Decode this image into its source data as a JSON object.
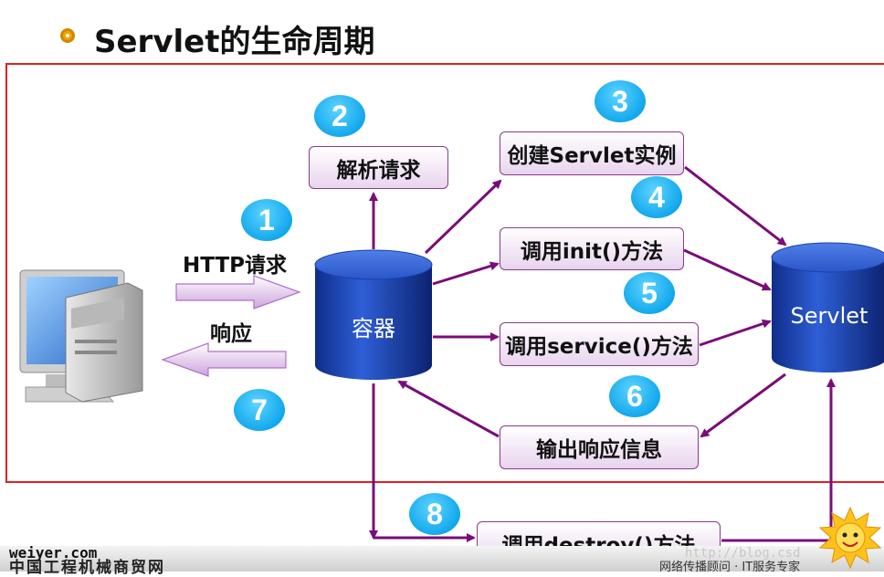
{
  "title": "Servlet的生命周期",
  "steps": {
    "parse": "解析请求",
    "create": "创建Servlet实例",
    "init": "调用init()方法",
    "service": "调用service()方法",
    "output": "输出响应信息",
    "destroy": "调用destroy()方法"
  },
  "numbers": [
    "1",
    "2",
    "3",
    "4",
    "5",
    "6",
    "7",
    "8"
  ],
  "http_request_label": "HTTP请求",
  "response_label": "响应",
  "container_label": "容器",
  "servlet_label": "Servlet",
  "footer": {
    "site": "weiyer.com",
    "company": "中国工程机械商贸网",
    "slogan": "网络传播顾问 · IT服务专家",
    "watermark": "http://blog.csd"
  },
  "colors": {
    "arrow": "#7a0c7a",
    "badge": "#12a8ec",
    "cylinder": "#1a3fb0",
    "frame": "#e02020"
  }
}
